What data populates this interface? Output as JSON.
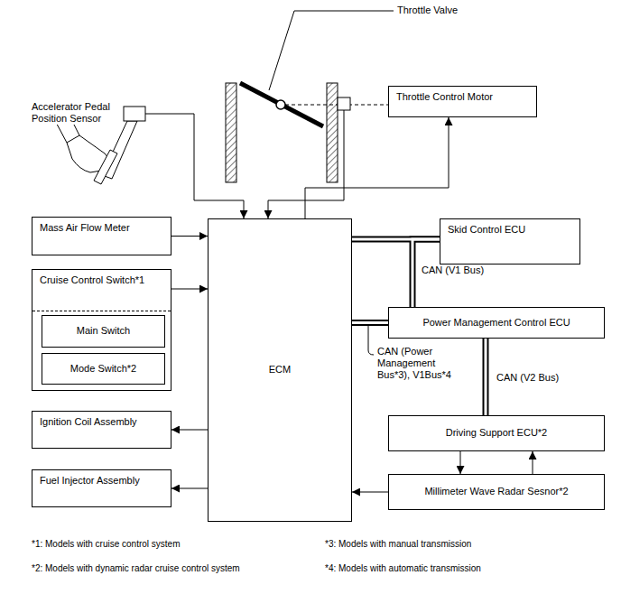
{
  "diagram": {
    "nodes": [
      {
        "text": [
          "Throttle Control Motor"
        ]
      },
      {
        "text": [
          "Mass Air Flow Meter"
        ]
      },
      {
        "text": [
          "Cruise Control Switch*1"
        ]
      },
      {
        "text": [
          "Main Switch"
        ],
        "in": 2
      },
      {
        "text": [
          "Mode Switch*2"
        ],
        "in": 2
      },
      {
        "text": [
          "ECM"
        ]
      },
      {
        "text": [
          "Skid Control ECU"
        ]
      },
      {
        "text": [
          "Power Management Control ECU"
        ]
      },
      {
        "text": [
          "Ignition Coil Assembly"
        ]
      },
      {
        "text": [
          "Fuel Injector Assembly"
        ]
      },
      {
        "text": [
          "Driving Support ECU*2"
        ]
      },
      {
        "text": [
          "Millimeter Wave Radar Sesnor*2"
        ]
      }
    ],
    "edges": [
      {
        "from": 1,
        "to": 5,
        "arrow": "to"
      },
      {
        "from": 2,
        "to": 5,
        "arrow": "to"
      },
      {
        "from": 5,
        "to": 8,
        "arrow": "to"
      },
      {
        "from": 5,
        "to": 9,
        "arrow": "to"
      },
      {
        "from": 11,
        "to": 5,
        "arrow": "to"
      },
      {
        "from": 5,
        "to": 0,
        "arrow": "to"
      },
      {
        "from": 5,
        "to": 6,
        "arrow": "none"
      },
      {
        "from": 6,
        "to": 7,
        "arrow": "none",
        "label": "CAN (V1 Bus)"
      },
      {
        "from": 5,
        "to": 7,
        "arrow": "none",
        "label": "CAN (Power Management Bus*3), V1Bus*4"
      },
      {
        "from": 7,
        "to": 10,
        "arrow": "none",
        "label": "CAN (V2 Bus)"
      },
      {
        "from": 10,
        "to": 11,
        "arrow": "to"
      },
      {
        "from": 11,
        "to": 10,
        "arrow": "to"
      }
    ],
    "labels": [
      "Throttle Valve",
      "Accelerator Pedal Position Sensor",
      "*1: Models with cruise control system",
      "*2: Models with dynamic radar cruise control system",
      "*3: Models with manual transmission",
      "*4: Models with automatic transmission"
    ]
  }
}
